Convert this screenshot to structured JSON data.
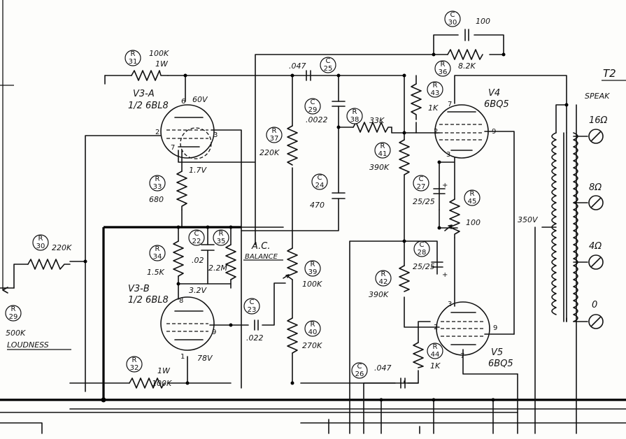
{
  "components": {
    "R31": {
      "tag_top": "R",
      "tag_num": "31",
      "value": "100K",
      "rating": "1W"
    },
    "R30": {
      "tag_top": "R",
      "tag_num": "30",
      "value": "220K"
    },
    "R29": {
      "tag_top": "R",
      "tag_num": "29",
      "value": "500K",
      "name": "LOUDNESS"
    },
    "R33": {
      "tag_top": "R",
      "tag_num": "33",
      "value": "680"
    },
    "R34": {
      "tag_top": "R",
      "tag_num": "34",
      "value": "1.5K"
    },
    "R35": {
      "tag_top": "R",
      "tag_num": "35",
      "value": "2.2M"
    },
    "R32": {
      "tag_top": "R",
      "tag_num": "32",
      "value": "100K",
      "rating": "1W"
    },
    "R37": {
      "tag_top": "R",
      "tag_num": "37",
      "value": "220K"
    },
    "R38": {
      "tag_top": "R",
      "tag_num": "38",
      "value": "33K"
    },
    "R39": {
      "tag_top": "R",
      "tag_num": "39",
      "value": "100K"
    },
    "R40": {
      "tag_top": "R",
      "tag_num": "40",
      "value": "270K"
    },
    "R41": {
      "tag_top": "R",
      "tag_num": "41",
      "value": "390K"
    },
    "R42": {
      "tag_top": "R",
      "tag_num": "42",
      "value": "390K"
    },
    "R43": {
      "tag_top": "R",
      "tag_num": "43",
      "value": "1K"
    },
    "R44": {
      "tag_top": "R",
      "tag_num": "44",
      "value": "1K"
    },
    "R45": {
      "tag_top": "R",
      "tag_num": "45",
      "value": "100"
    },
    "R36": {
      "tag_top": "R",
      "tag_num": "36",
      "value": "8.2K"
    },
    "C22": {
      "tag_top": "C",
      "tag_num": "22",
      "value": ".02"
    },
    "C23": {
      "tag_top": "C",
      "tag_num": "23",
      "value": ".022"
    },
    "C24": {
      "tag_top": "C",
      "tag_num": "24",
      "value": "470"
    },
    "C25": {
      "tag_top": "C",
      "tag_num": "25",
      "value": ".047"
    },
    "C26": {
      "tag_top": "C",
      "tag_num": "26",
      "value": ".047"
    },
    "C27": {
      "tag_top": "C",
      "tag_num": "27",
      "value": "25/25"
    },
    "C28": {
      "tag_top": "C",
      "tag_num": "28",
      "value": "25/25"
    },
    "C29": {
      "tag_top": "C",
      "tag_num": "29",
      "value": ".0022"
    },
    "C30": {
      "tag_top": "C",
      "tag_num": "30",
      "value": "100"
    }
  },
  "tubes": {
    "V3A": {
      "name": "V3-A",
      "half": "1/2 6BL8",
      "plate_v": "60V",
      "cath_v": "1.7V"
    },
    "V3B": {
      "name": "V3-B",
      "half": "1/2 6BL8",
      "plate_v": "78V",
      "cath_v": "3.2V"
    },
    "V4": {
      "name": "V4",
      "type": "6BQ5"
    },
    "V5": {
      "name": "V5",
      "type": "6BQ5"
    }
  },
  "labels": {
    "ac_balance_1": "A.C.",
    "ac_balance_2": "BALANCE",
    "t2": "T2",
    "speaker": "SPEAK",
    "tap_350": "350V",
    "taps": [
      "16Ω",
      "8Ω",
      "4Ω",
      "0"
    ]
  }
}
